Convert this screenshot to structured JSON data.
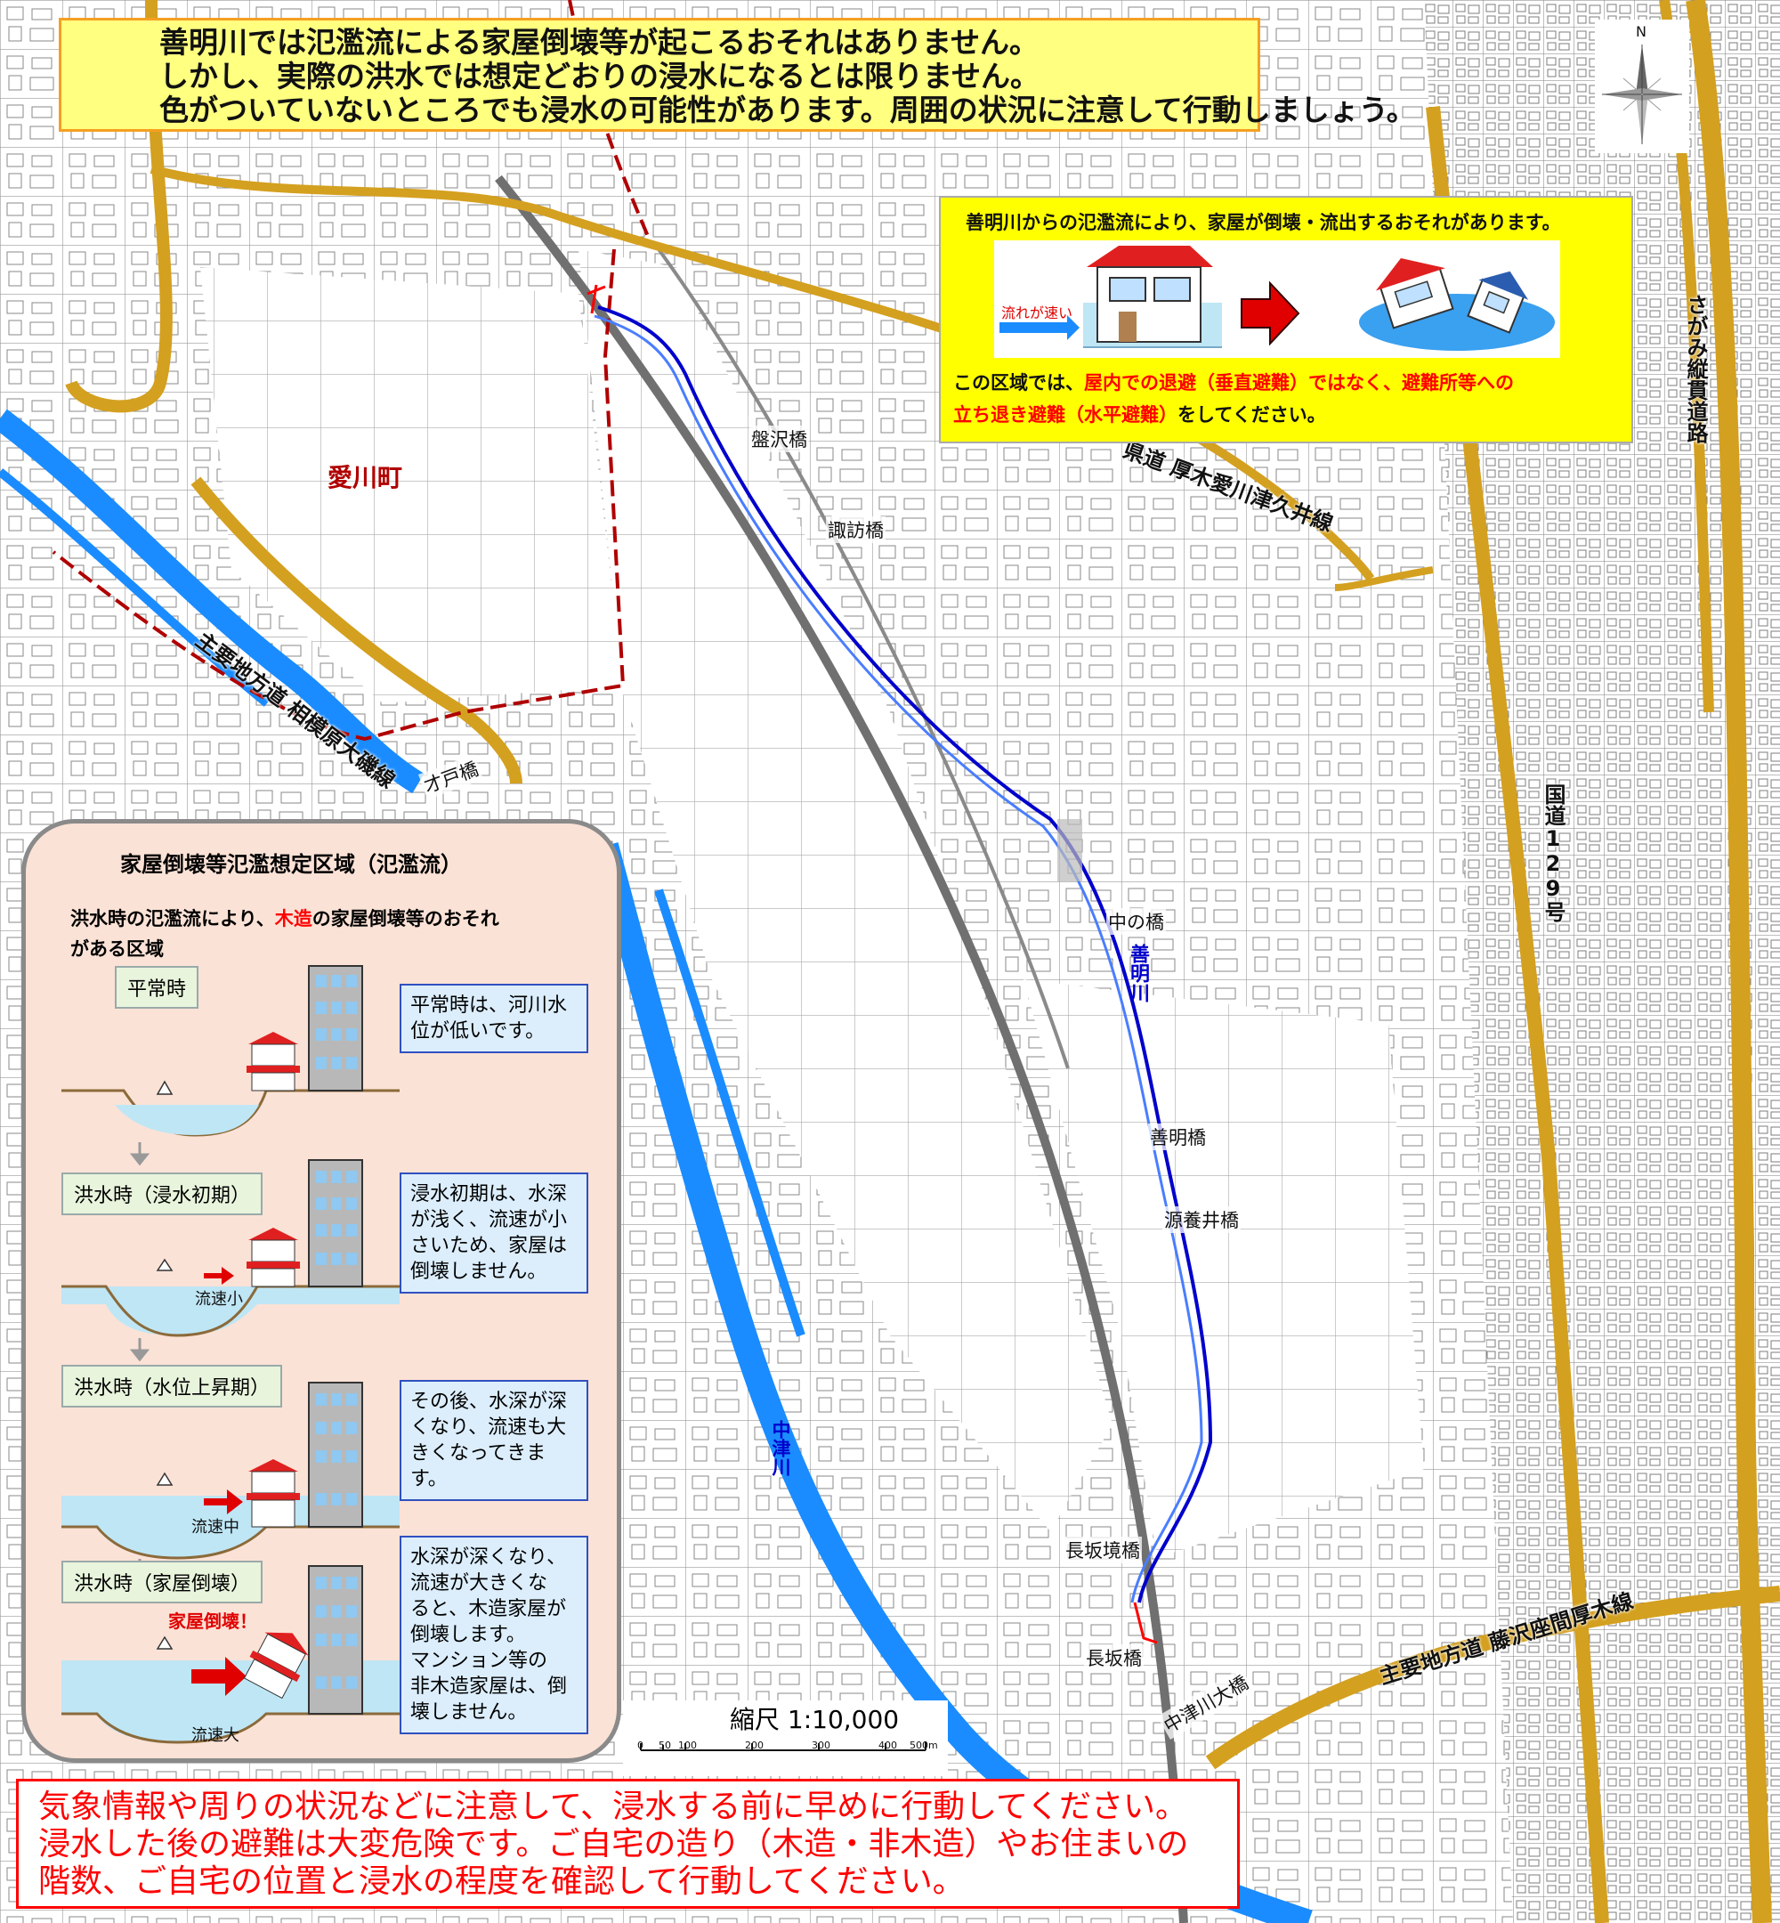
{
  "top_notice": {
    "lines": [
      "善明川では氾濫流による家屋倒壊等が起こるおそれはありません。",
      "しかし、実際の洪水では想定どおりの浸水になるとは限りません。",
      "色がついていないところでも浸水の可能性があります。周囲の状況に注意して行動しましょう。"
    ]
  },
  "compass": {
    "north": "N"
  },
  "warning_box": {
    "title": "善明川からの氾濫流により、家屋が倒壊・流出するおそれがあります。",
    "flow_label": "流れが速い",
    "body_line1_a": "この区域では、",
    "body_line1_red": "屋内での退避（垂直避難）ではなく、避難所等への",
    "body_line2_red": "立ち退き避難（水平避難）",
    "body_line2_b": "をしてください。"
  },
  "map_labels": {
    "town": "愛川町",
    "road_main_local_1": "主要地方道 相模原大磯線",
    "road_pref_1": "県道 厚木愛川津久井線",
    "road_sagami": "さがみ縦貫道路",
    "road_national": "国道129号",
    "road_main_local_2": "主要地方道 藤沢座間厚木線",
    "river_zenmyo": "善明川",
    "river_nakatsu": "中津川",
    "bridges": [
      "盤沢橋",
      "諏訪橋",
      "中の橋",
      "善明橋",
      "源養井橋",
      "長坂境橋",
      "長坂橋",
      "中津川大橋",
      "才戸橋"
    ]
  },
  "legend": {
    "title": "家屋倒壊等氾濫想定区域（氾濫流）",
    "desc_a": "洪水時の氾濫流により、",
    "desc_red": "木造",
    "desc_b": "の家屋倒壊等のおそれ",
    "desc_line2": "がある区域",
    "stages": [
      {
        "label": "平常時",
        "note": [
          "平常時は、河川水",
          "位が低いです。"
        ],
        "speed": ""
      },
      {
        "label": "洪水時（浸水初期）",
        "note": [
          "浸水初期は、水深",
          "が浅く、流速が小",
          "さいため、家屋は",
          "倒壊しません。"
        ],
        "speed": "流速小"
      },
      {
        "label": "洪水時（水位上昇期）",
        "note": [
          "その後、水深が深",
          "くなり、流速も大",
          "きくなってきま",
          "す。"
        ],
        "speed": "流速中"
      },
      {
        "label": "洪水時（家屋倒壊）",
        "note": [
          "水深が深くなり、",
          "流速が大きくな",
          "ると、木造家屋が",
          "倒壊します。",
          "マンション等の",
          "非木造家屋は、倒",
          "壊しません。"
        ],
        "speed": "流速大"
      }
    ],
    "collapse_label": "家屋倒壊！"
  },
  "scale": {
    "text": "縮尺 1:10,000",
    "ticks": [
      "0",
      "50",
      "100",
      "200",
      "300",
      "400",
      "500m"
    ]
  },
  "bottom_notice": {
    "lines": [
      "気象情報や周りの状況などに注意して、浸水する前に早めに行動してください。",
      "浸水した後の避難は大変危険です。ご自宅の造り（木造・非木造）やお住まいの",
      "階数、ご自宅の位置と浸水の程度を確認して行動してください。"
    ]
  },
  "colors": {
    "river": "#1a8cff",
    "road": "#d4a020",
    "zone_line": "#0000cc",
    "boundary": "#b00000",
    "notice_bg": "#ffff80",
    "warn_bg": "#ffff00",
    "legend_bg": "#fbe2d6"
  }
}
